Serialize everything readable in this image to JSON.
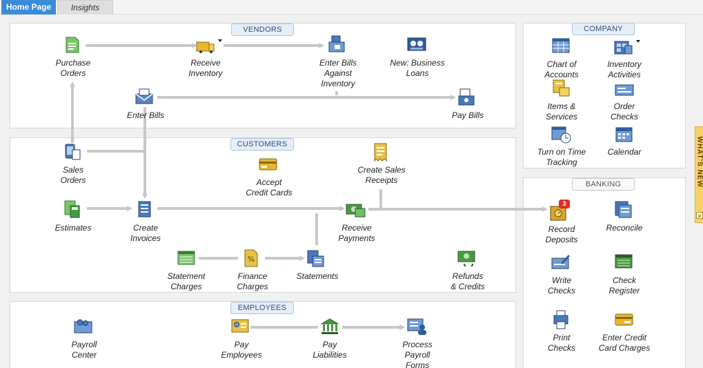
{
  "tabs": {
    "home": "Home Page",
    "insights": "Insights"
  },
  "sections": {
    "vendors": "VENDORS",
    "customers": "CUSTOMERS",
    "employees": "EMPLOYEES",
    "company": "COMPANY",
    "banking": "BANKING"
  },
  "vendors": {
    "purchase_orders": "Purchase\nOrders",
    "receive_inventory": "Receive\nInventory",
    "enter_bills_against_inventory": "Enter Bills\nAgainst\nInventory",
    "new_business_loans": "New: Business\nLoans",
    "enter_bills": "Enter Bills",
    "pay_bills": "Pay Bills"
  },
  "customers": {
    "sales_orders": "Sales\nOrders",
    "accept_credit_cards": "Accept\nCredit Cards",
    "create_sales_receipts": "Create Sales\nReceipts",
    "estimates": "Estimates",
    "create_invoices": "Create\nInvoices",
    "receive_payments": "Receive\nPayments",
    "statement_charges": "Statement\nCharges",
    "finance_charges": "Finance\nCharges",
    "statements": "Statements",
    "refunds_credits": "Refunds\n& Credits"
  },
  "employees": {
    "payroll_center": "Payroll\nCenter",
    "pay_employees": "Pay\nEmployees",
    "pay_liabilities": "Pay\nLiabilities",
    "process_payroll_forms": "Process\nPayroll\nForms"
  },
  "company": {
    "chart_of_accounts": "Chart of\nAccounts",
    "inventory_activities": "Inventory\nActivities",
    "items_services": "Items &\nServices",
    "order_checks": "Order\nChecks",
    "turn_on_time_tracking": "Turn on Time\nTracking",
    "calendar": "Calendar"
  },
  "banking": {
    "record_deposits": "Record\nDeposits",
    "record_deposits_count": "3",
    "reconcile": "Reconcile",
    "write_checks": "Write\nChecks",
    "check_register": "Check\nRegister",
    "print_checks": "Print\nChecks",
    "enter_credit_card_charges": "Enter Credit\nCard Charges"
  },
  "side_tab": {
    "label": "WHAT'S NEW",
    "close": "×"
  },
  "colors": {
    "tab_active": "#3a8bd8",
    "flow_line": "#c8c8c8",
    "badge_blue": "#e6eef8",
    "deposit_badge": "#d9302b"
  },
  "icons": {
    "purchase_orders": "document-green-icon",
    "receive_inventory": "box-truck-icon",
    "enter_bills_against_inventory": "bill-box-icon",
    "new_business_loans": "building-money-icon",
    "enter_bills": "envelope-bill-icon",
    "pay_bills": "pay-bills-icon",
    "sales_orders": "phone-order-icon",
    "accept_credit_cards": "credit-card-icon",
    "create_sales_receipts": "receipt-icon",
    "estimates": "calculator-icon",
    "create_invoices": "invoice-icon",
    "receive_payments": "cash-icon",
    "statement_charges": "ledger-icon",
    "finance_charges": "percent-doc-icon",
    "statements": "statement-icon",
    "refunds_credits": "refund-icon",
    "payroll_center": "people-card-icon",
    "pay_employees": "paycheck-icon",
    "pay_liabilities": "bank-icon",
    "process_payroll_forms": "payroll-form-icon",
    "chart_of_accounts": "grid-chart-icon",
    "inventory_activities": "inventory-icon",
    "items_services": "items-icon",
    "order_checks": "check-icon",
    "turn_on_time_tracking": "time-calendar-icon",
    "calendar": "calendar-icon",
    "record_deposits": "deposit-safe-icon",
    "reconcile": "reconcile-icon",
    "write_checks": "write-check-icon",
    "check_register": "register-icon",
    "print_checks": "printer-icon",
    "enter_credit_card_charges": "credit-charge-icon"
  }
}
